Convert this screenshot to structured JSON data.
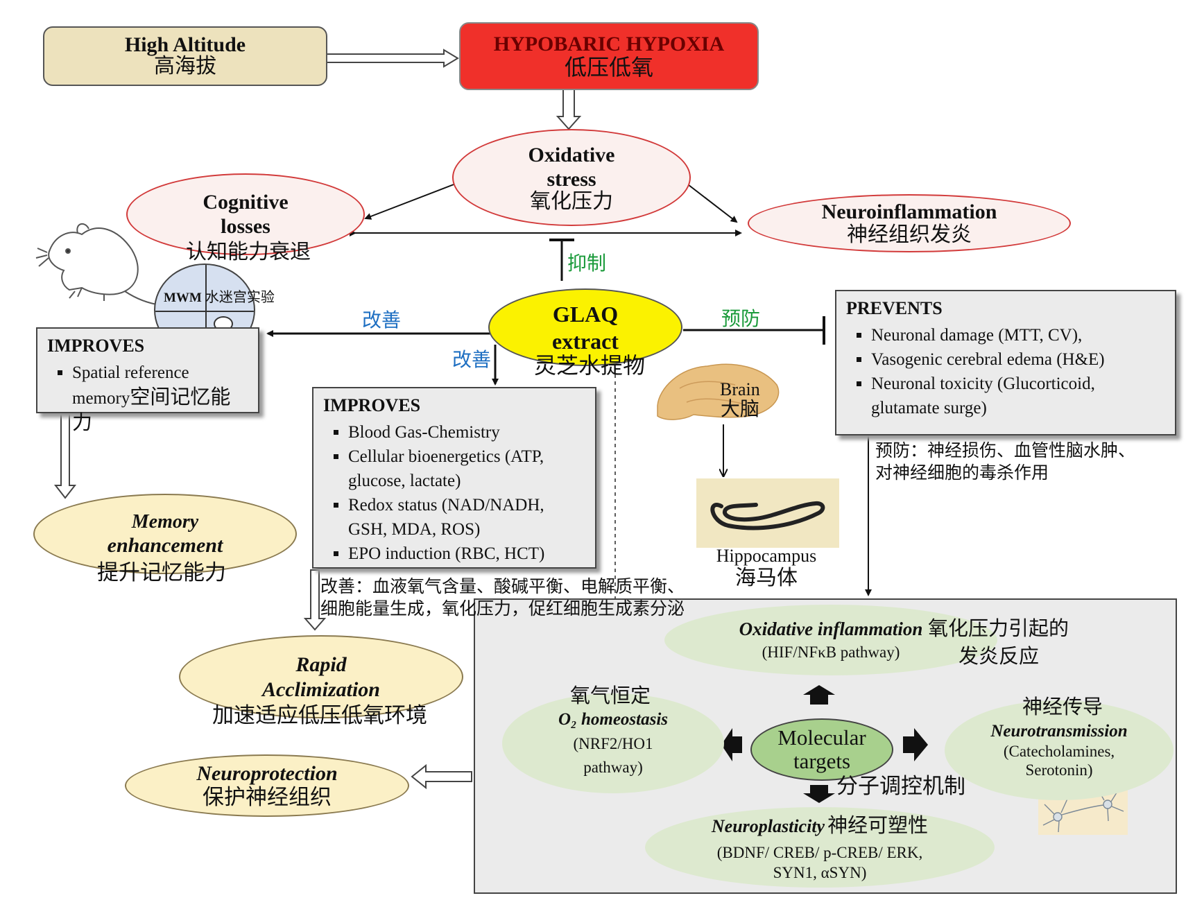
{
  "high_altitude": {
    "en": "High Altitude",
    "cn": "高海拔"
  },
  "hypoxia": {
    "en": "HYPOBARIC HYPOXIA",
    "cn": "低压低氧"
  },
  "oxidative": {
    "en1": "Oxidative",
    "en2": "stress",
    "cn": "氧化压力"
  },
  "cognitive": {
    "en1": "Cognitive",
    "en2": "losses",
    "cn": "认知能力衰退"
  },
  "neuroinflammation": {
    "en": "Neuroinflammation",
    "cn": "神经组织发炎"
  },
  "inhibit_label": "抑制",
  "glaq": {
    "en1": "GLAQ",
    "en2": "extract",
    "cn": "灵芝水提物"
  },
  "improve_label_left": "改善",
  "improve_label_down": "改善",
  "prevent_label": "预防",
  "mwm": {
    "en": "MWM",
    "cn": "水迷宫实验"
  },
  "improves_left": {
    "title": "IMPROVES",
    "item_en1": "Spatial reference",
    "item_en2": "memory",
    "item_cn": "空间记忆能力"
  },
  "improves_center": {
    "title": "IMPROVES",
    "items": [
      "Blood Gas-Chemistry",
      "Cellular  bioenergetics  (ATP,",
      "glucose,  lactate)",
      "Redox status (NAD/NADH,",
      "GSH, MDA, ROS)",
      "EPO induction  (RBC, HCT)"
    ],
    "note_line1": "改善：血液氧气含量、酸碱平衡、电解质平衡、",
    "note_line2": "细胞能量生成，氧化压力，促红细胞生成素分泌"
  },
  "prevents": {
    "title": "PREVENTS",
    "items": [
      "Neuronal  damage  (MTT,  CV),",
      "Vasogenic  cerebral  edema  (H&E)",
      "Neuronal  toxicity  (Glucorticoid,",
      "glutamate  surge)"
    ],
    "note_line1": "预防：神经损伤、血管性脑水肿、",
    "note_line2": "对神经细胞的毒杀作用"
  },
  "brain": {
    "en": "Brain",
    "cn": "大脑"
  },
  "hippocampus": {
    "en": "Hippocampus",
    "cn": "海马体"
  },
  "memory": {
    "en1": "Memory",
    "en2": "enhancement",
    "cn": "提升记忆能力"
  },
  "rapid": {
    "en1": "Rapid",
    "en2": "Acclimization",
    "cn": "加速适应低压低氧环境"
  },
  "neuroprotection": {
    "en": "Neuroprotection",
    "cn": "保护神经组织"
  },
  "molecular": {
    "en1": "Molecular",
    "en2": "targets",
    "cn": "分子调控机制"
  },
  "oxinfl": {
    "en": "Oxidative inflammation",
    "sub": "(HIF/NFκB pathway)",
    "cn1": "氧化压力引起的",
    "cn2": "发炎反应"
  },
  "o2": {
    "cn": "氧气恒定",
    "en": "O₂ homeostasis",
    "sub1": "(NRF2/HO1",
    "sub2": "pathway)"
  },
  "neurotrans": {
    "cn": "神经传导",
    "en": "Neurotransmission",
    "sub1": "(Catecholamines,",
    "sub2": "Serotonin)"
  },
  "neuroplast": {
    "en": "Neuroplasticity",
    "cn": "神经可塑性",
    "sub1": "(BDNF/ CREB/ p-CREB/ ERK,",
    "sub2": "SYN1, αSYN)"
  },
  "colors": {
    "hypoxia_fill": "#f0302a",
    "altitude_fill": "#ede2bd",
    "glaq_fill": "#fbf200",
    "green_label": "#1a9a3a",
    "blue_label": "#1e6fc2",
    "panel_fill": "#ebebeb",
    "molecular_fill": "#a8d08d"
  }
}
